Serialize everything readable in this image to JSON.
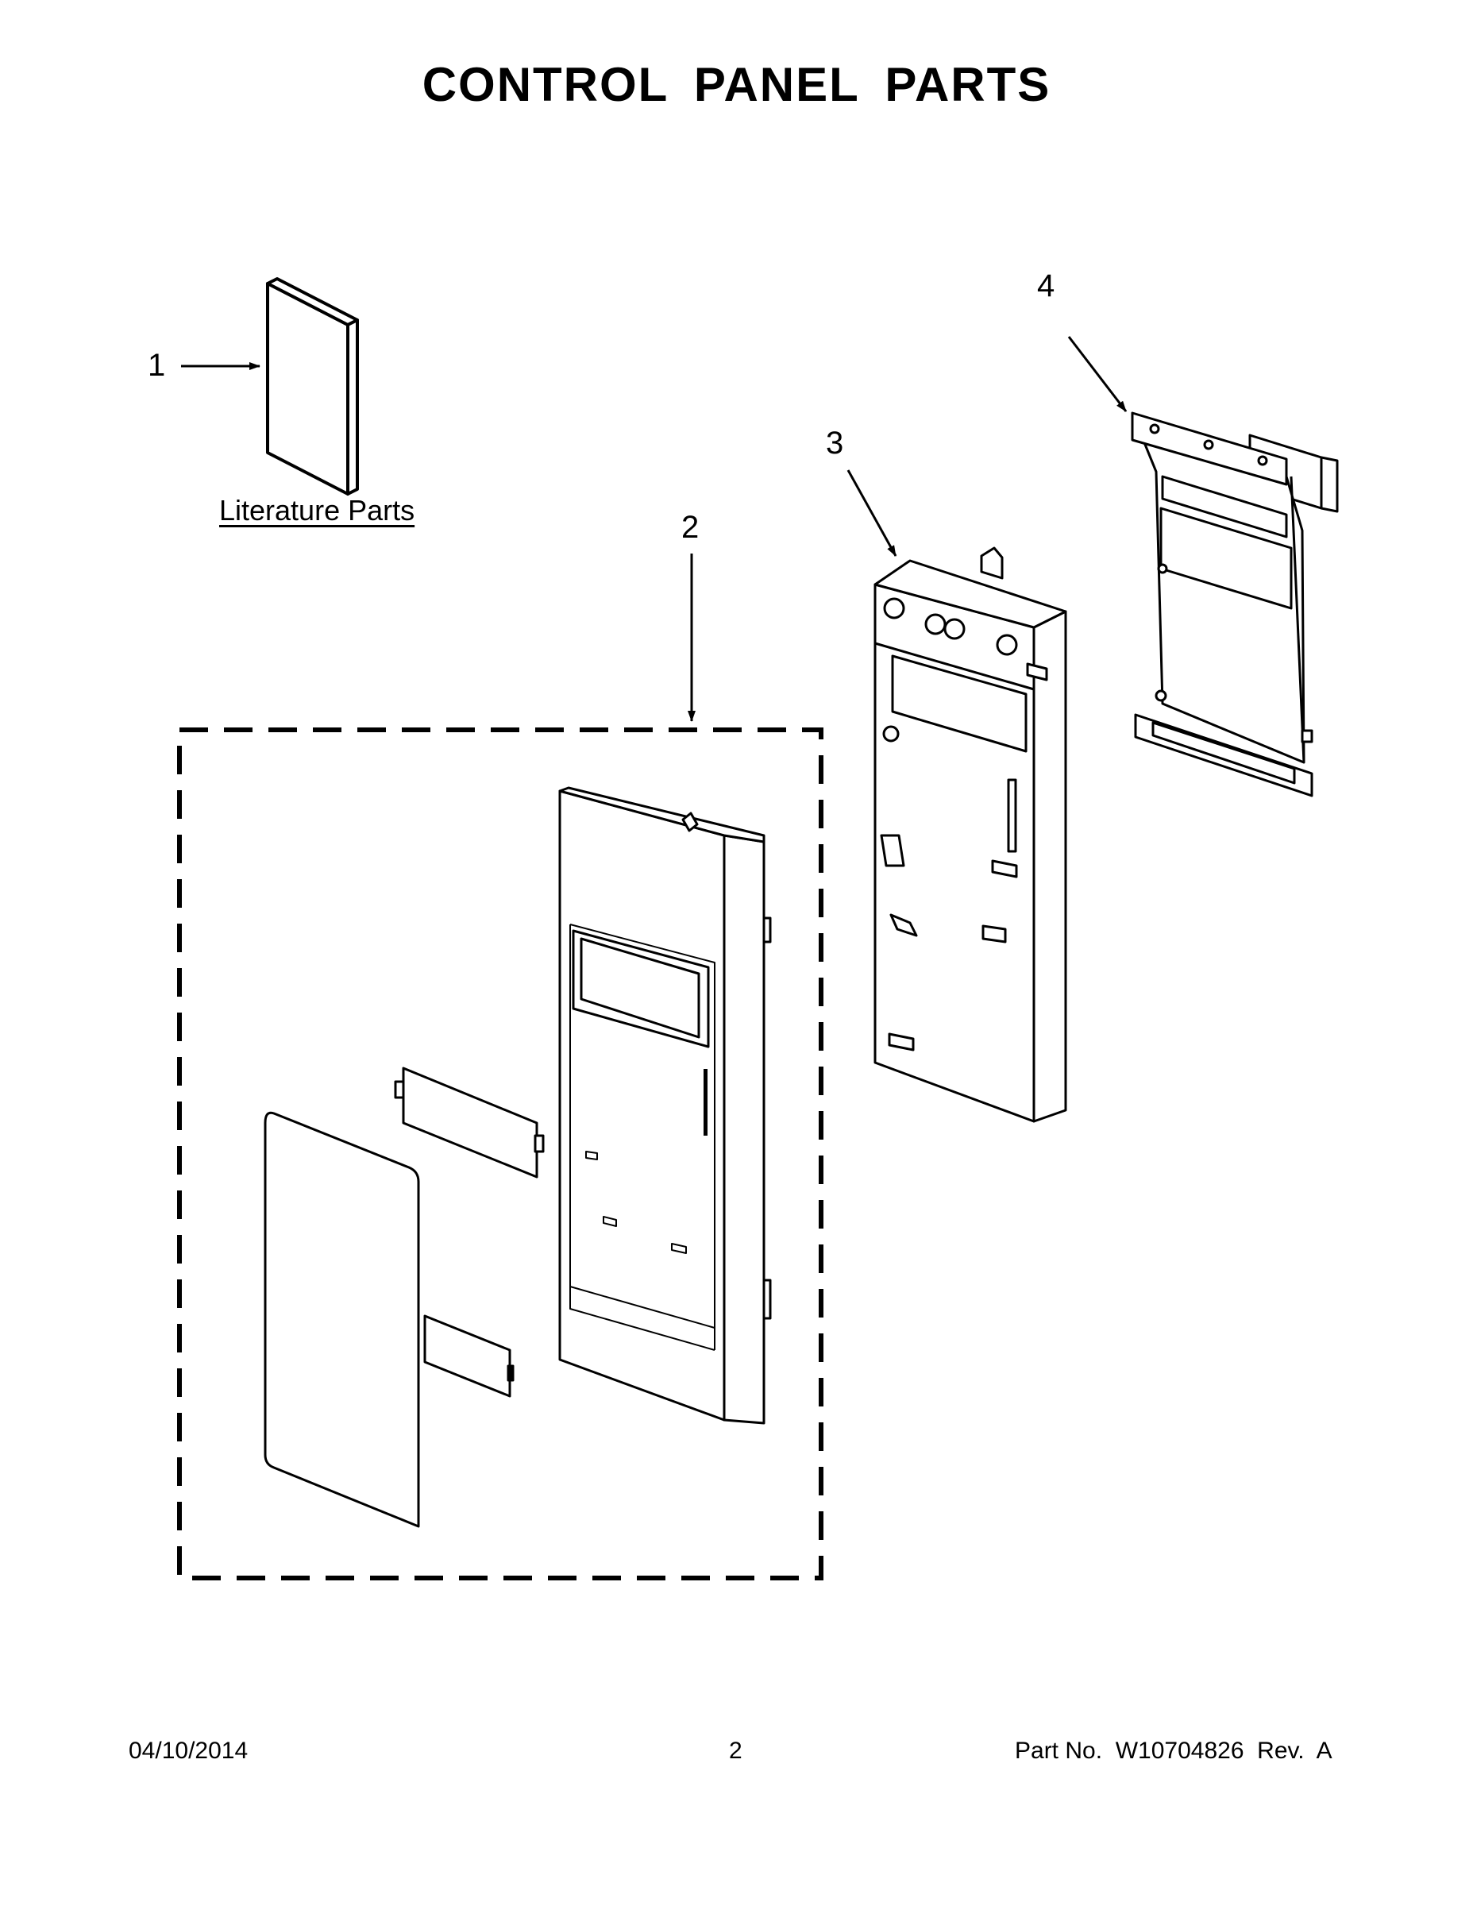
{
  "title": "CONTROL PANEL PARTS",
  "callouts": {
    "c1": "1",
    "c2": "2",
    "c3": "3",
    "c4": "4"
  },
  "literature_label": "Literature Parts",
  "footer": {
    "date": "04/10/2014",
    "page": "2",
    "part_no": "Part No.  W10704826  Rev.  A"
  }
}
